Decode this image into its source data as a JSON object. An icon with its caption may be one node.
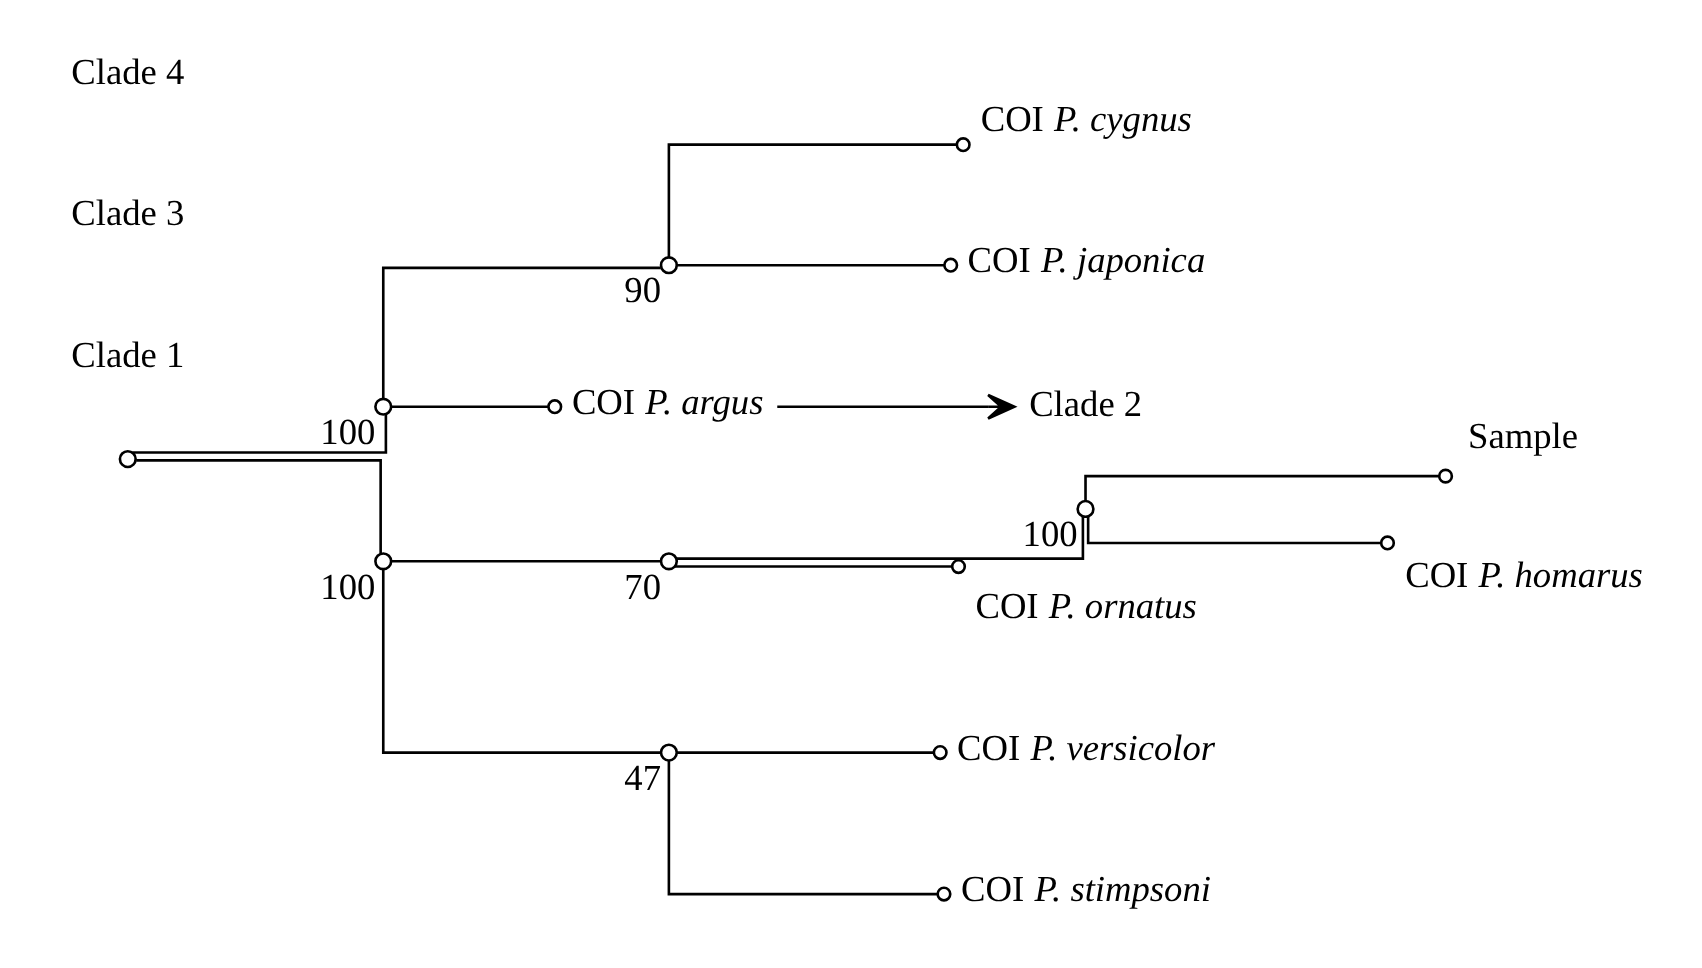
{
  "diagram": {
    "nodes": [
      {
        "text": [],
        "shape": "circle"
      },
      {
        "text": [],
        "shape": "circle",
        "beside": [
          "100"
        ]
      },
      {
        "text": [],
        "shape": "circle",
        "beside": [
          "90"
        ]
      },
      {
        "text": [
          "COI *P. cygnus*"
        ]
      },
      {
        "text": [
          "COI *P. japonica*"
        ]
      },
      {
        "text": [
          "COI *P. argus*"
        ]
      },
      {
        "text": [
          "Clade 2"
        ]
      },
      {
        "text": [],
        "shape": "circle",
        "beside": [
          "100"
        ]
      },
      {
        "text": [],
        "shape": "circle",
        "beside": [
          "70"
        ]
      },
      {
        "text": [],
        "shape": "circle",
        "beside": [
          "100"
        ]
      },
      {
        "text": [
          "Sample"
        ]
      },
      {
        "text": [
          "COI *P. homarus*"
        ]
      },
      {
        "text": [
          "COI *P. ornatus*"
        ]
      },
      {
        "text": [],
        "shape": "circle",
        "beside": [
          "47"
        ]
      },
      {
        "text": [
          "COI *P. versicolor*"
        ]
      },
      {
        "text": [
          "COI *P. stimpsoni*"
        ]
      }
    ],
    "edges": [
      {
        "from": 0,
        "to": 1,
        "arrow": "none"
      },
      {
        "from": 1,
        "to": 2,
        "arrow": "none"
      },
      {
        "from": 2,
        "to": 3,
        "arrow": "other"
      },
      {
        "from": 2,
        "to": 4,
        "arrow": "other"
      },
      {
        "from": 1,
        "to": 5,
        "arrow": "other"
      },
      {
        "from": 5,
        "to": 6,
        "arrow": "to"
      },
      {
        "from": 0,
        "to": 7,
        "arrow": "none"
      },
      {
        "from": 7,
        "to": 8,
        "arrow": "none"
      },
      {
        "from": 8,
        "to": 9,
        "arrow": "none"
      },
      {
        "from": 9,
        "to": 10,
        "arrow": "other"
      },
      {
        "from": 9,
        "to": 11,
        "arrow": "other"
      },
      {
        "from": 8,
        "to": 12,
        "arrow": "other"
      },
      {
        "from": 7,
        "to": 13,
        "arrow": "none"
      },
      {
        "from": 13,
        "to": 14,
        "arrow": "other"
      },
      {
        "from": 13,
        "to": 15,
        "arrow": "other"
      }
    ],
    "labels": [
      "Clade 1",
      "Clade 3",
      "Clade 4"
    ]
  }
}
